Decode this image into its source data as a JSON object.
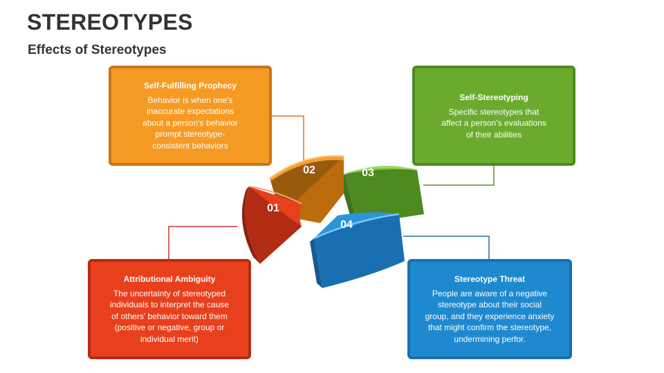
{
  "title": "STEREOTYPES",
  "subtitle": "Effects of Stereotypes",
  "colors": {
    "red": "#e8401c",
    "orange": "#f59a23",
    "green": "#6aab2e",
    "blue": "#1f89d0"
  },
  "segments": [
    {
      "number": "01",
      "heading": "Attributional Ambiguity",
      "body": "The uncertainty of stereotyped\nindividuals to interpret the cause\nof others' behavior toward them\n(positive or negative, group or\nindividual merit)"
    },
    {
      "number": "02",
      "heading": "Self-Fulfilling Prophecy",
      "body": "Behavior is when one's\ninaccurate expectations\nabout a person's behavior\nprompt stereotype-\nconsistent behaviors"
    },
    {
      "number": "03",
      "heading": "Self-Stereotyping",
      "body": "Specific stereotypes that\naffect a person's evaluations\nof their abilities"
    },
    {
      "number": "04",
      "heading": "Stereotype Threat",
      "body": "People are aware of a negative\nstereotype about their social\ngroup, and they experience anxiety\nthat might confirm the stereotype,\nundermining perfor."
    }
  ]
}
